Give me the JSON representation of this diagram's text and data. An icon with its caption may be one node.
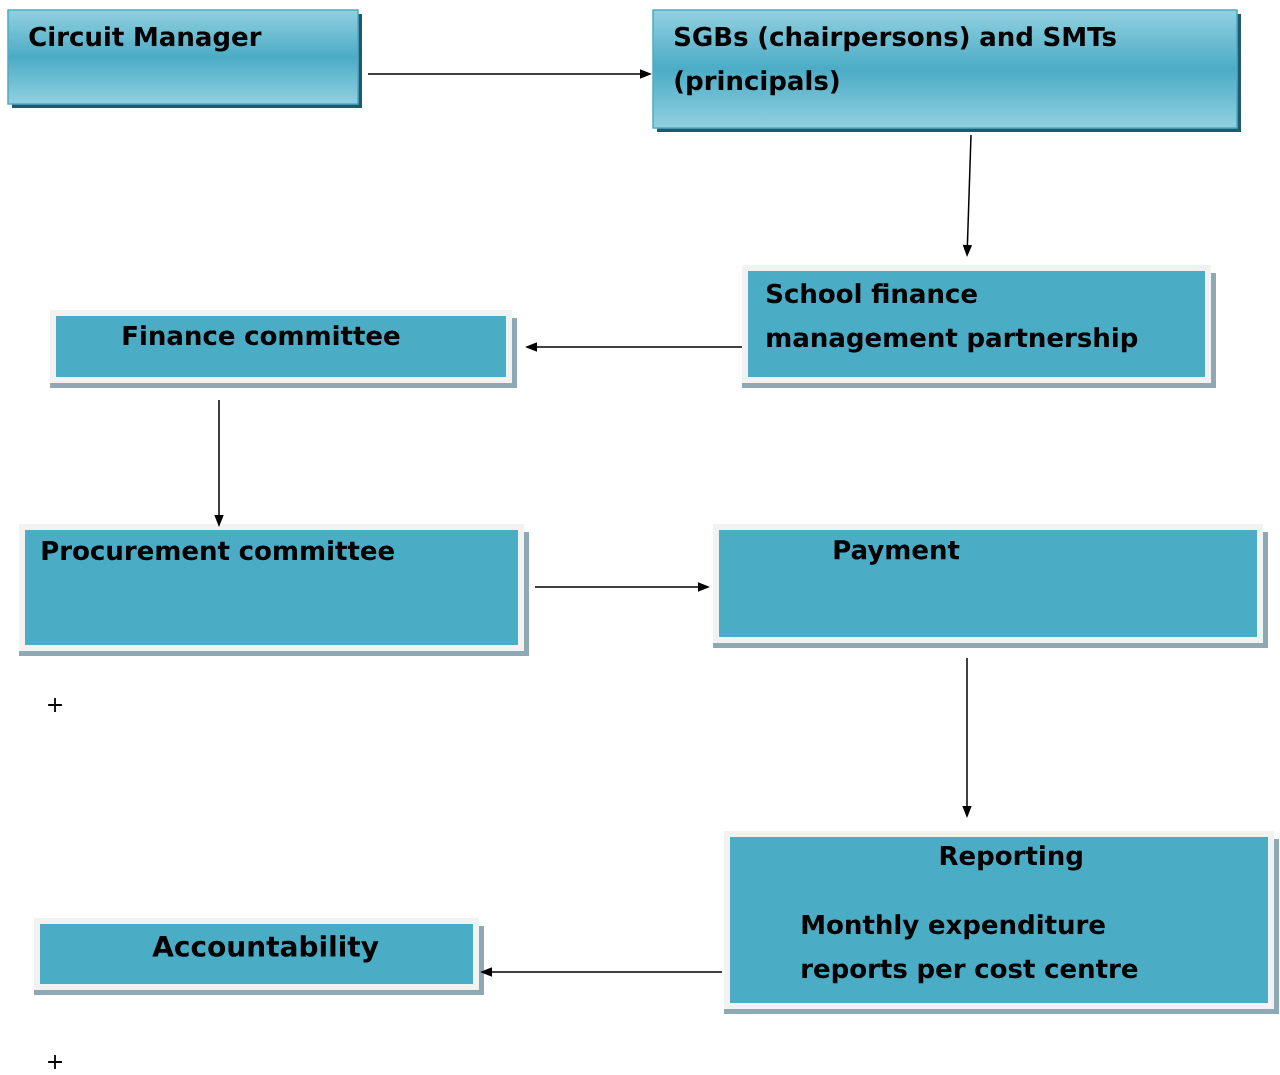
{
  "diagram": {
    "nodes": [
      {
        "text": [
          "Circuit Manager"
        ]
      },
      {
        "text": [
          "SGBs (chairpersons) and SMTs (principals)"
        ]
      },
      {
        "text": [
          "School finance management partnership"
        ]
      },
      {
        "text": [
          "Finance committee"
        ]
      },
      {
        "text": [
          "Procurement committee"
        ]
      },
      {
        "text": [
          "Payment"
        ]
      },
      {
        "text": [
          "Reporting",
          "Monthly expenditure reports per cost centre"
        ]
      },
      {
        "text": [
          "Accountability"
        ]
      }
    ],
    "edges": [
      {
        "from": 0,
        "to": 1,
        "arrow": "to"
      },
      {
        "from": 1,
        "to": 2,
        "arrow": "to"
      },
      {
        "from": 2,
        "to": 3,
        "arrow": "to"
      },
      {
        "from": 3,
        "to": 4,
        "arrow": "to"
      },
      {
        "from": 4,
        "to": 5,
        "arrow": "to"
      },
      {
        "from": 5,
        "to": 6,
        "arrow": "to"
      },
      {
        "from": 6,
        "to": 7,
        "arrow": "to"
      }
    ],
    "labels": [
      "+",
      "+"
    ]
  }
}
